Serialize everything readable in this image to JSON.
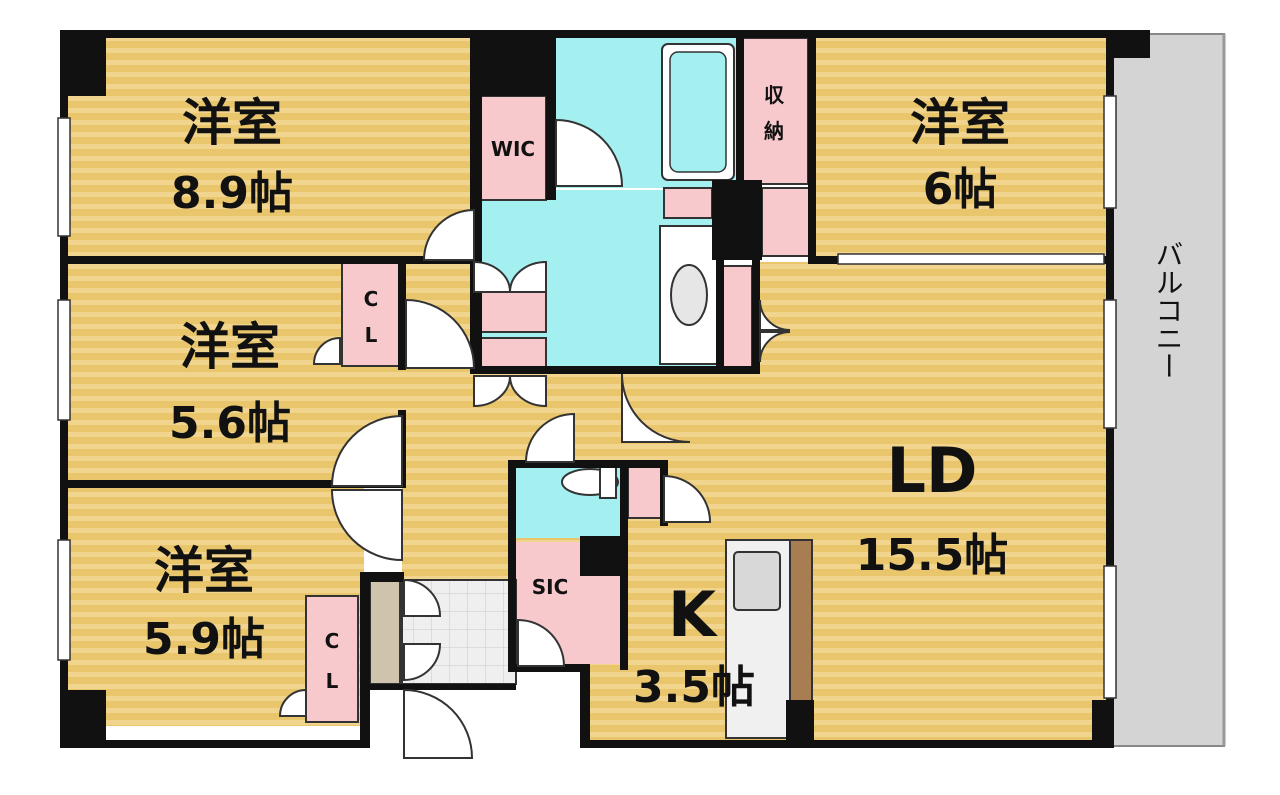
{
  "colors": {
    "floor": "#e8c46a",
    "floor_stripe": "#f2d58c",
    "wet": "#a4eff0",
    "storage": "#f7c9cc",
    "wall": "#111111",
    "balcony": "#d4d4d4",
    "entrance_tile": "#e6e6e6",
    "counter": "#a87d52",
    "kitchen": "#f0f0f0"
  },
  "rooms": {
    "bedroom1": {
      "name": "洋室",
      "area": "8.9帖"
    },
    "bedroom2": {
      "name": "洋室",
      "area": "6帖"
    },
    "bedroom3": {
      "name": "洋室",
      "area": "5.6帖"
    },
    "bedroom4": {
      "name": "洋室",
      "area": "5.9帖"
    },
    "ld": {
      "name": "LD",
      "area": "15.5帖"
    },
    "kitchen": {
      "name": "K",
      "area": "3.5帖"
    }
  },
  "storage": {
    "wic": "WIC",
    "sic": "SIC",
    "cl1": "C",
    "cl1b": "L",
    "cl2": "C",
    "cl2b": "L",
    "shuno1": "収",
    "shuno2": "納"
  },
  "balcony": {
    "label": "バルコニー"
  }
}
